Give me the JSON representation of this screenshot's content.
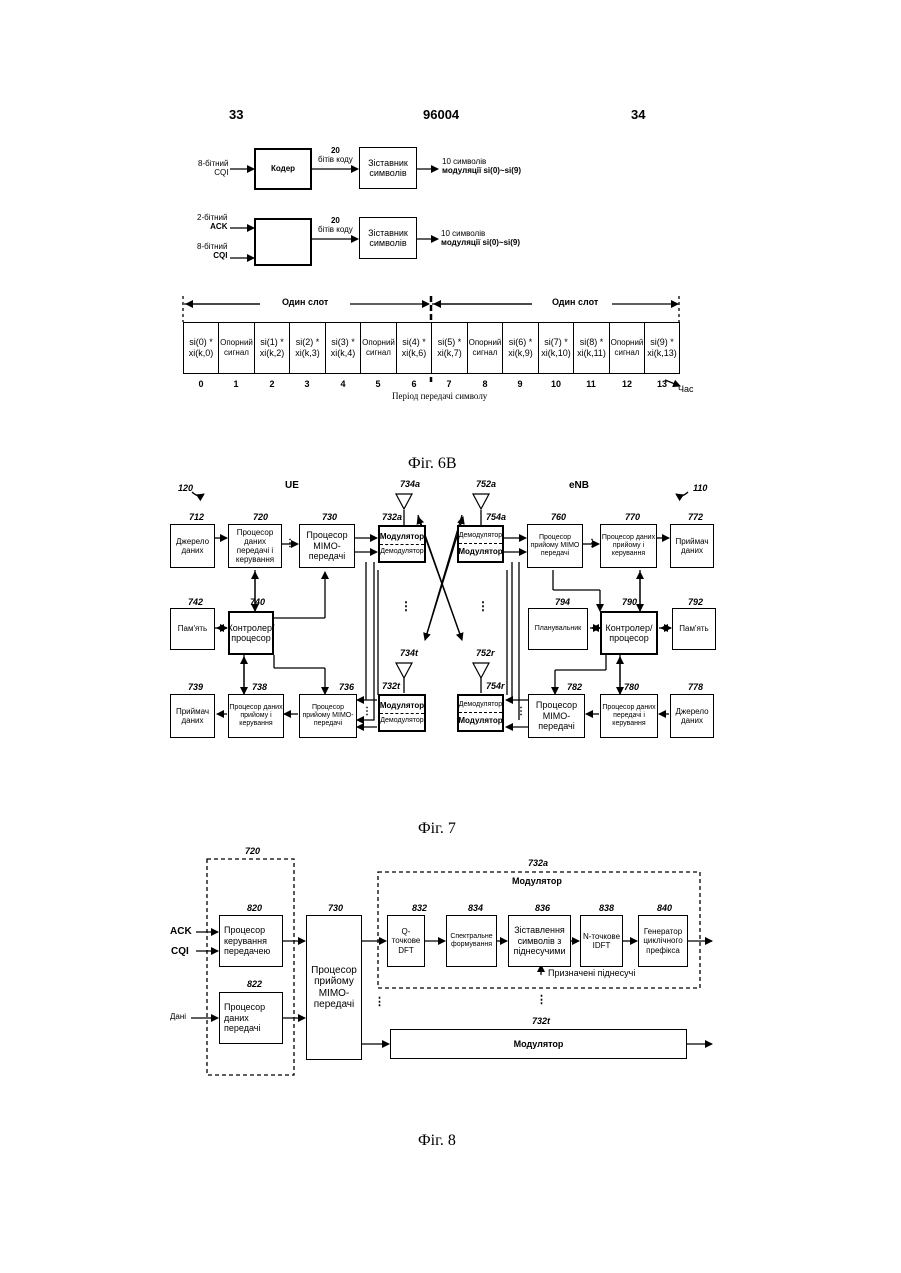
{
  "header": {
    "left_page": "33",
    "center_number": "96004",
    "right_page": "34"
  },
  "fig6b": {
    "block1": {
      "input": [
        "8-бітний",
        "CQI"
      ],
      "encoder": "Кодер",
      "bits": [
        "20",
        "бітів коду"
      ],
      "mapper": [
        "Зіставник",
        "символів"
      ],
      "output": [
        "10 символів",
        "модуляції  si(0)~si(9)"
      ]
    },
    "block2": {
      "input_ack": [
        "2-бітний",
        "ACK"
      ],
      "input_cqi": [
        "8-бітний",
        "CQI"
      ],
      "bits": [
        "20",
        "бітів коду"
      ],
      "mapper": [
        "Зіставник",
        "символів"
      ],
      "output": [
        "10 символів",
        "модуляції   si(0)~si(9)"
      ]
    },
    "slot_label_1": "Один слот",
    "slot_label_2": "Один слот",
    "cells": [
      "si(0) * xi(k,0)",
      "Опорний сигнал",
      "si(1) * xi(k,2)",
      "si(2) * xi(k,3)",
      "si(3) * xi(k,4)",
      "Опорний сигнал",
      "si(4) * xi(k,6)",
      "si(5) * xi(k,7)",
      "Опорний сигнал",
      "si(6) * xi(k,9)",
      "si(7) * xi(k,10)",
      "si(8) * xi(k,11)",
      "Опорний сигнал",
      "si(9) * xi(k,13)"
    ],
    "indices": [
      "0",
      "1",
      "2",
      "3",
      "4",
      "5",
      "6",
      "7",
      "8",
      "9",
      "10",
      "11",
      "12",
      "13"
    ],
    "time_label": "Час",
    "axis_label": "Період передачі символу",
    "caption": "Фіг. 6В"
  },
  "fig7": {
    "ue_ref": "120",
    "ue_label": "UE",
    "enb_label": "eNB",
    "enb_ref": "110",
    "data_source": {
      "ref": "712",
      "label": "Джерело даних"
    },
    "tx_proc": {
      "ref": "720",
      "label": "Процесор даних передачі і керування"
    },
    "mimo_tx": {
      "ref": "730",
      "label": "Процесор MIMO-передачі"
    },
    "ant_734a": "734a",
    "ant_734t": "734t",
    "ant_752a": "752a",
    "ant_752r": "752r",
    "ue_mod_top": {
      "ref": "732a",
      "mod": "Модулятор",
      "demod": "Демодулятор"
    },
    "ue_mod_bot": {
      "ref": "732t",
      "mod": "Модулятор",
      "demod": "Демодулятор"
    },
    "controller_ue": {
      "ref": "740",
      "label": "Контролер/ процесор"
    },
    "memory_ue": {
      "ref": "742",
      "label": "Пам'ять"
    },
    "data_sink_ue": {
      "ref": "739",
      "label": "Приймач даних"
    },
    "rx_proc_ue": {
      "ref": "738",
      "label": "Процесор даних прийому і керування"
    },
    "mimo_rx_ue": {
      "ref": "736",
      "label": "Процесор прийому MIMO-передачі"
    },
    "enb_demod_top": {
      "ref": "754a",
      "demod": "Демодулятор",
      "mod": "Модулятор"
    },
    "enb_demod_bot": {
      "ref": "754r",
      "demod": "Демодулятор",
      "mod": "Модулятор"
    },
    "mimo_rx_enb": {
      "ref": "760",
      "label": "Процесор прийому MIMO передачі"
    },
    "rx_proc_enb": {
      "ref": "770",
      "label": "Процесор даних прийому і керування"
    },
    "data_sink_enb": {
      "ref": "772",
      "label": "Приймач даних"
    },
    "scheduler": {
      "ref": "794",
      "label": "Планувальник"
    },
    "controller_enb": {
      "ref": "790",
      "label": "Контролер/ процесор"
    },
    "memory_enb": {
      "ref": "792",
      "label": "Пам'ять"
    },
    "mimo_tx_enb": {
      "ref": "782",
      "label": "Процесор MIMO-передачі"
    },
    "tx_proc_enb": {
      "ref": "780",
      "label": "Процесор даних передачі і керування"
    },
    "data_source_enb": {
      "ref": "778",
      "label": "Джерело даних"
    },
    "caption": "Фіг. 7"
  },
  "fig8": {
    "group_720": "720",
    "ack": "ACK",
    "cqi": "CQI",
    "data_in": "Дані",
    "ctrl_proc": {
      "ref": "820",
      "label": "Процесор керування передачею"
    },
    "data_proc": {
      "ref": "822",
      "label": "Процесор даних передачі"
    },
    "mimo": {
      "ref": "730",
      "label": "Процесор прийому MIMO-передачі"
    },
    "modulator_group": {
      "ref": "732a",
      "label": "Модулятор"
    },
    "dft": {
      "ref": "832",
      "label": "Q-точкове DFT"
    },
    "spectral": {
      "ref": "834",
      "label": "Спектральне формування"
    },
    "mapping": {
      "ref": "836",
      "label": "Зіставлення символів з піднесучими"
    },
    "idft": {
      "ref": "838",
      "label": "N-точкове IDFT"
    },
    "cp_gen": {
      "ref": "840",
      "label": "Генератор циклічного префікса"
    },
    "assigned_subcarriers": "Призначені піднесучі",
    "modulator_t": {
      "ref": "732t",
      "label": "Модулятор"
    },
    "caption": "Фіг. 8"
  }
}
